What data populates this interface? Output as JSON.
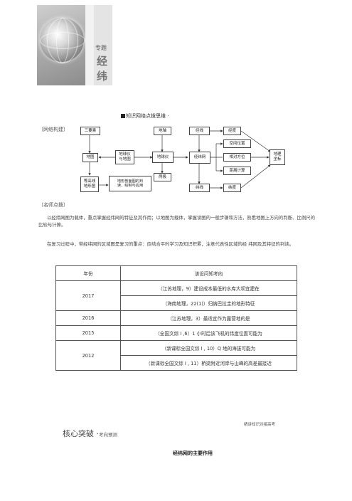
{
  "banner": {
    "topic": "专题",
    "title": "经纬"
  },
  "heading": "知识网络点拨思维 ·",
  "network_label": "〔网络构建〕",
  "diagram": {
    "sanyaosu": "三要素",
    "ditu": "地图",
    "dengaoxian": "等高线\n地形图",
    "diqiuyi_ditu": "地球仪\n与地图",
    "poumian": "地形剖面图的判\n读、绘制与应用",
    "dizhou": "地轴",
    "diqiuyi": "地球仪",
    "liangji": "两极",
    "jingxian": "经线",
    "jingweiwang": "经纬网",
    "weixian": "纬线",
    "jingdu": "经度",
    "kongjian": "空间位置",
    "xiangdui": "相对方位",
    "juli": "距离计算",
    "weidu": "纬度",
    "dili_zuobiao": "地理\n坐标"
  },
  "famous_label": "〔名师点拨〕",
  "paragraph1": "以经纬网图为载体，重点掌握经纬网的特征及其作用；以地图为载体，掌握读图的一般步骤和方法，熟悉地图上方向的判断、比例尺的比较与计算。",
  "paragraph2": "在复习过程中，带经纬网的区域图是复习的重点：应结合平时学习及知识积累，注意代表性区域的经 纬网及其特征的判读。",
  "table": {
    "headers": [
      "年份",
      "该设问知考向"
    ],
    "rows": [
      {
        "year": "2017",
        "items": [
          "（江苏地理，9）建设成本最低的水库大坝宜建在",
          "（海南地理，22(1)）归纳巴拉圭的地形特征"
        ]
      },
      {
        "year": "2016",
        "items": [
          "（江苏地理，3）最适宜作为露营地的是"
        ]
      },
      {
        "year": "2015",
        "items": [
          "（全国文综 I ,6）1 小时后该飞机的纬度位置可能为"
        ]
      },
      {
        "year": "2012",
        "items": [
          "（新课标全国文综 I , 10）Q 地的海拔可能为",
          "（新课标全国文综 I , 11）桥梁附近河岸与山峰的高差最接近"
        ]
      }
    ]
  },
  "footer_right": "精讲知识对接高考",
  "core_title": "核心突破 ·",
  "core_sub": "考向预测",
  "section_title": "经纬网的主要作用"
}
